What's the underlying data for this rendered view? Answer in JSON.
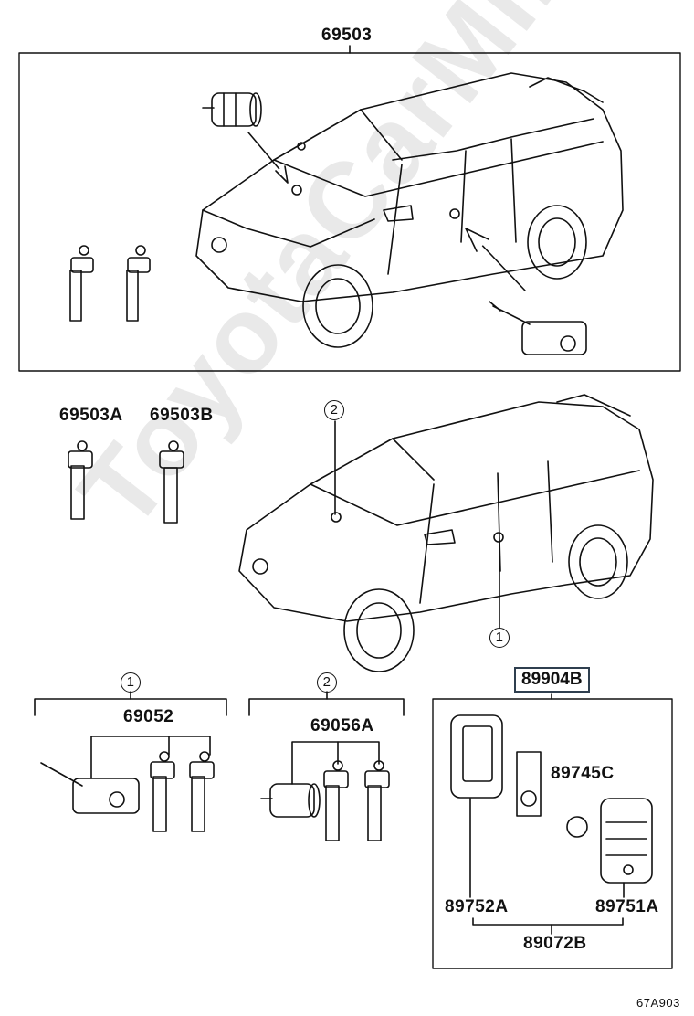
{
  "watermark": "ToyotaCarMir.ru",
  "labels": {
    "top_assembly": "69503",
    "key_a": "69503A",
    "key_b": "69503B",
    "group1_part": "69052",
    "group2_part": "69056A",
    "transmitter_box": "89904B",
    "battery": "89745C",
    "case_a": "89752A",
    "case_b": "89751A",
    "transmitter_assy": "89072B",
    "figure_code": "67A903"
  },
  "callouts": {
    "door_lock": "1",
    "ignition": "2",
    "group1": "1",
    "group2": "2"
  }
}
